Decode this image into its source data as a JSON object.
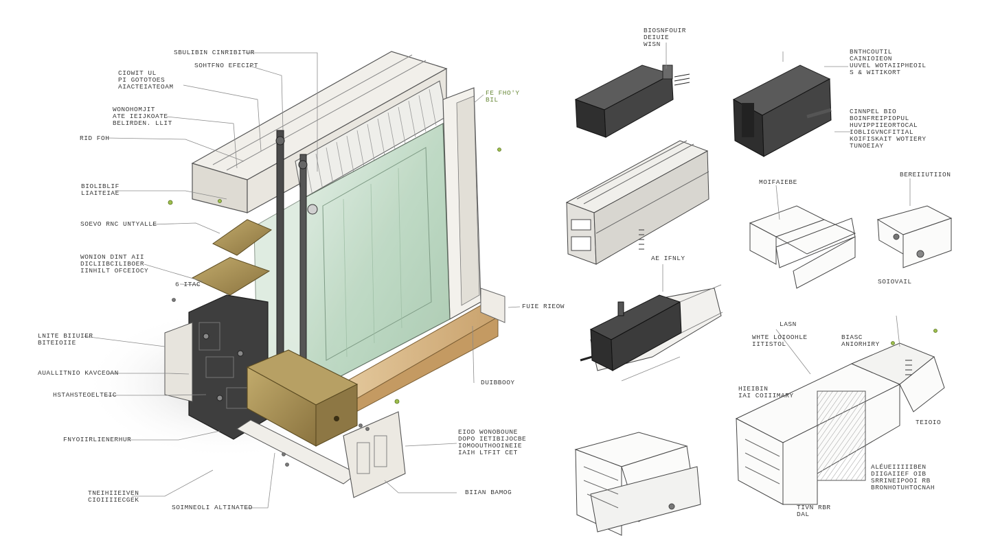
{
  "colors": {
    "frame": "#e6e3dc",
    "frame_edge": "#6c6c6c",
    "dark_metal": "#3b3b3b",
    "brass": "#a68e55",
    "glass": "#cfe3d2",
    "wood": "#d9b98a",
    "accent_dot": "#8fb63c",
    "leader": "#8a8a8a"
  },
  "main_assembly_labels": [
    {
      "text": "SBULIBIN CINRIBITUR"
    },
    {
      "text": "SOHTFNO EFECIPT"
    },
    {
      "text": "CIOWIT UL\nPI GOTOTOES\nAIACTEIATEOAM"
    },
    {
      "text": "WONOHOMJIT\nATE IEIJKOATE\nBELIRDEN. LLIT"
    },
    {
      "text": "RID FOH"
    },
    {
      "text": "BIOLIBLIF\nLIAITEIAE"
    },
    {
      "text": "SOEVO RNC UNTYALLE"
    },
    {
      "text": "WONION DINT AII\nDICLIIBCILIBOER\nIINHILT OFCEIOCY"
    },
    {
      "text": "6 ITAC"
    },
    {
      "text": "LNITE BIIUIER\nBITEIOIIE"
    },
    {
      "text": "AUALLITNIO KAVCEOAN"
    },
    {
      "text": "HSTAHSTEOELTEIC"
    },
    {
      "text": "FNYOIIRLIENERHUR"
    },
    {
      "text": "TNEIHIIEIVEN\nCIOIIIIECGEK"
    },
    {
      "text": "SOIMNEOLI ALTINATED"
    },
    {
      "text": "BIIAN BAMOG"
    },
    {
      "text": "EIOD WONOBOUNE\nDOPO IETIBIJOCBE\nIOMOOUTHOOINEIE\nIAIH LTFIT CET"
    },
    {
      "text": "DUIBBOOY"
    },
    {
      "text": "FUIE RIEOW"
    },
    {
      "text": "FE FHO'Y\nBIL"
    }
  ],
  "detail_labels": [
    {
      "text": "BIOSNFOUIR\nDEIUIE\nWISN"
    },
    {
      "text": "BNTHCOUTIL\nCAINIOIEON\nUUVEL WOTAIIPHEOIL\nS & WITIKORT"
    },
    {
      "text": "CINNPEL BIO\nBOINFREIPIOPUL\nHUVIPPIIEORTOCAL\nIOBLIGVNCFITIAL\nKOIFISKAIT WOTIERY\nTUNOEIAY"
    },
    {
      "text": "MOIFAIEBE"
    },
    {
      "text": "BEREIIUTIION"
    },
    {
      "text": "AE IFNLY"
    },
    {
      "text": "SOIOVAIL"
    },
    {
      "text": "LASN"
    },
    {
      "text": "WHTE LOIOOHLE\nIITISTOL"
    },
    {
      "text": "BIASC\nANIORHIRY"
    },
    {
      "text": "HIEIBIN\nIAI COIIIMARY"
    },
    {
      "text": "TEIOIO"
    },
    {
      "text": "ALÉUEIIIIIBEN\nDIIGAIIEF OIB\nSRRINEIPOOI RB\nBRONHOTUHTOCNAH"
    },
    {
      "text": "TIVN RBR\nDAL"
    }
  ]
}
